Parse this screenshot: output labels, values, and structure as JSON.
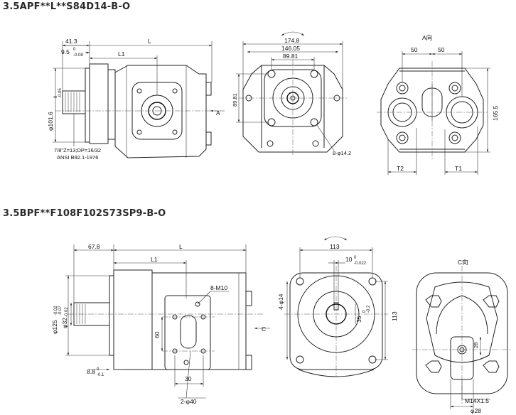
{
  "titles": {
    "model_a": "3.5APF**L**S84D14-B-O",
    "model_b": "3.5BPF**F108F102S73SP9-B-O"
  },
  "model_a": {
    "side": {
      "dim_41_3": "41.3",
      "dim_L": "L",
      "dim_9_5": "9.5",
      "dim_9_5_tol": "0",
      "dim_9_5_tol2": "-0.08",
      "dim_L1": "L1",
      "dim_phi": "φ101.6",
      "dim_phi_tol": "0",
      "dim_phi_tol2": "-0.05",
      "spline_1": "7/8\"Z=13;DP=16/32",
      "spline_2": "ANSI B92.1-1976",
      "arrow_A": "A"
    },
    "front": {
      "dim_174_8": "174.8",
      "dim_146_05": "146.05",
      "dim_89_81_h": "89.81",
      "dim_89_81_v": "89.81",
      "holes": "8-φ14.2"
    },
    "view_a": {
      "label": "A向",
      "dim_50_left": "50",
      "dim_50_right": "50",
      "dim_165_5": "165.5",
      "t2": "T2",
      "t1": "T1"
    }
  },
  "model_b": {
    "side": {
      "dim_67_8": "67.8",
      "dim_L": "L",
      "dim_L1": "L1",
      "dim_8_M10": "8-M10",
      "dim_phi125": "φ125",
      "dim_phi125_tol": "-0.02",
      "dim_phi125_tol2": "-0.07",
      "dim_phi32": "φ32",
      "dim_phi32_tol": "-0.02",
      "dim_60": "60",
      "dim_30": "30",
      "dim_8_8": "8.8",
      "dim_8_8_tol": "0",
      "dim_8_8_tol2": "-0.1",
      "dim_2_phi40": "2-φ40",
      "arrow_C": "C"
    },
    "front": {
      "dim_113_h": "113",
      "dim_10": "10",
      "dim_10_tol": "0",
      "dim_10_tol2": "-0.022",
      "dim_35": "35",
      "dim_35_tol": "0",
      "dim_35_tol2": "-0.2",
      "holes": "4-φ14",
      "dim_113_v": "113"
    },
    "view_c": {
      "label": "C向",
      "dim_28_v": "28",
      "thread": "M14X1.5",
      "dim_28_h": "φ28"
    }
  }
}
